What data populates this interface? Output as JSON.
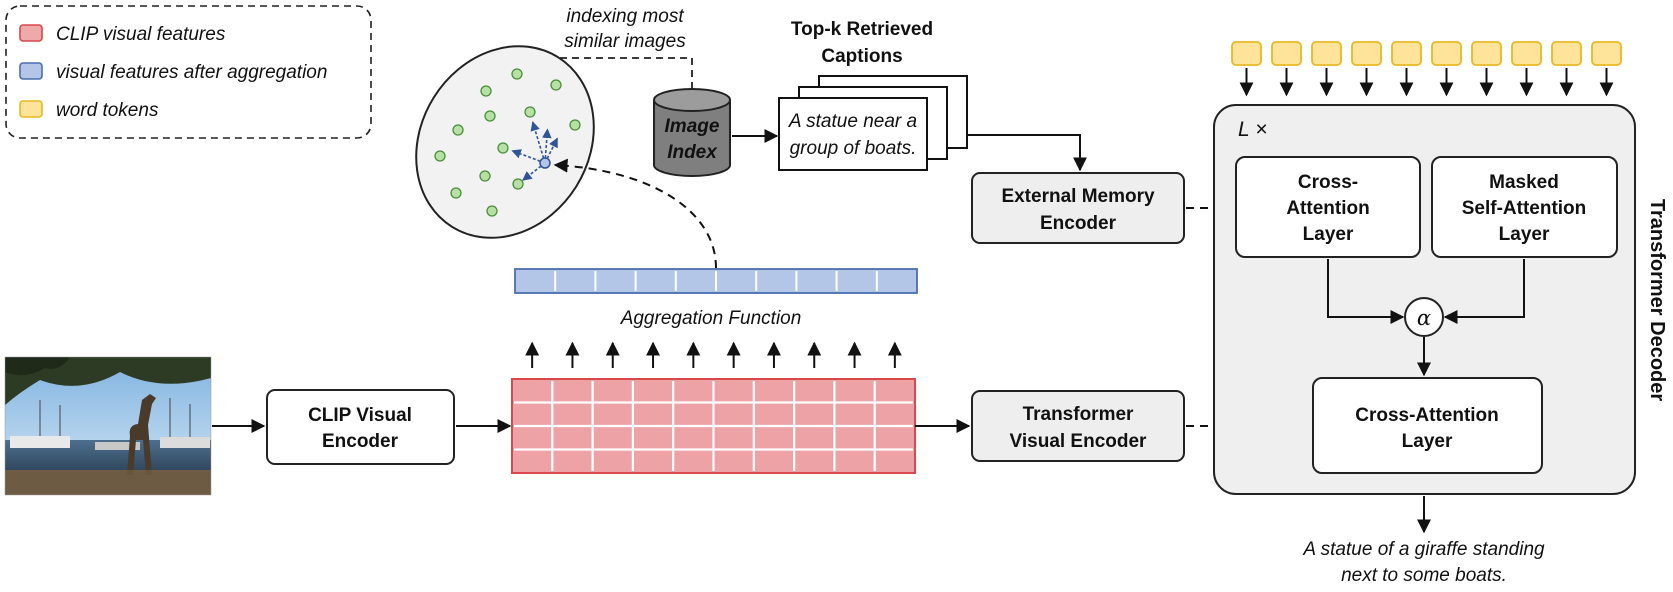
{
  "legend": {
    "items": [
      {
        "label": "CLIP visual features",
        "fill": "#f0a9a9",
        "stroke": "#d9494b"
      },
      {
        "label": "visual features after aggregation",
        "fill": "#b3c6e7",
        "stroke": "#4a6fb0"
      },
      {
        "label": "word tokens",
        "fill": "#fde49a",
        "stroke": "#e9b824"
      }
    ]
  },
  "retrieval": {
    "indexing_line1": "indexing most",
    "indexing_line2": "similar images",
    "image_index_line1": "Image",
    "image_index_line2": "Index",
    "topk_line1": "Top-k Retrieved",
    "topk_line2": "Captions",
    "caption_line1": "A statue near a",
    "caption_line2": "group of boats."
  },
  "encoders": {
    "clip_line1": "CLIP Visual",
    "clip_line2": "Encoder",
    "external_line1": "External Memory",
    "external_line2": "Encoder",
    "transformer_line1": "Transformer",
    "transformer_line2": "Visual Encoder"
  },
  "aggregation_label": "Aggregation Function",
  "decoder": {
    "repeat_label": "L ×",
    "side_label": "Transformer Decoder",
    "cross_line1": "Cross-",
    "cross_line2": "Attention",
    "cross_line3": "Layer",
    "masked_line1": "Masked",
    "masked_line2": "Self-Attention",
    "masked_line3": "Layer",
    "alpha": "α",
    "cross2_line1": "Cross-Attention",
    "cross2_line2": "Layer",
    "token_count": 10
  },
  "output": {
    "line1": "A statue of a giraffe standing",
    "line2": "next to some boats."
  },
  "colors": {
    "clip_fill": "#eda3a6",
    "clip_stroke": "#d9494b",
    "agg_fill": "#b3c6e7",
    "agg_stroke": "#4a6fb0",
    "token_fill": "#fde49a",
    "token_stroke": "#e9b824",
    "gray_box": "#eeeeee",
    "decoder_bg": "#efefef",
    "point": "#b7e0a5",
    "point_stroke": "#4a8f3a"
  }
}
